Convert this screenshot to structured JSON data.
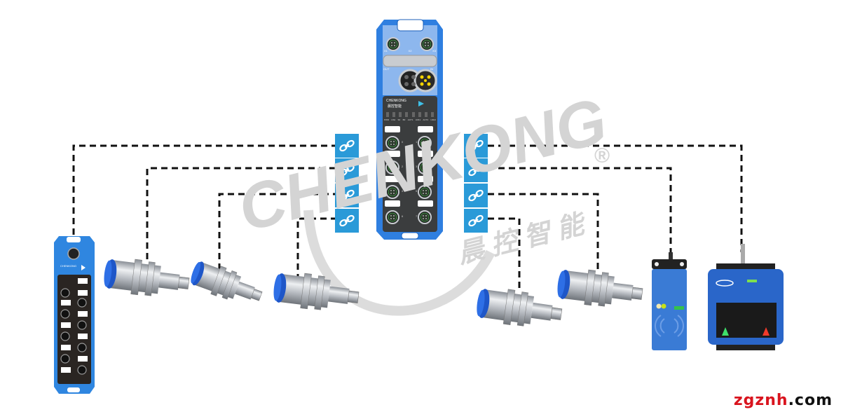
{
  "watermark": {
    "brand": "CHENKONG",
    "registered": "®",
    "chinese": "晨 控 智 能"
  },
  "hub": {
    "brand": "CHENKONG",
    "brand_cn": "晨控智能",
    "top_ports": [
      "X1",
      "X2",
      "X3"
    ],
    "out_label": "OUT",
    "in_label": "IN",
    "leds": [
      "PWR",
      "US2",
      "SF",
      "BF",
      "ACT1",
      "LNK1",
      "ACT2",
      "LNK2"
    ],
    "port_numbers": [
      "0",
      "1",
      "2",
      "3",
      "4",
      "5",
      "6",
      "7"
    ]
  },
  "left_module": {
    "brand": "CHENKONG"
  },
  "site": {
    "name": "zgznh",
    "tld": ".com"
  },
  "colors": {
    "device_blue": "#2f7fe0",
    "link_icon": "#2a9ad8",
    "site_red": "#d9141e",
    "dash": "#111111"
  }
}
